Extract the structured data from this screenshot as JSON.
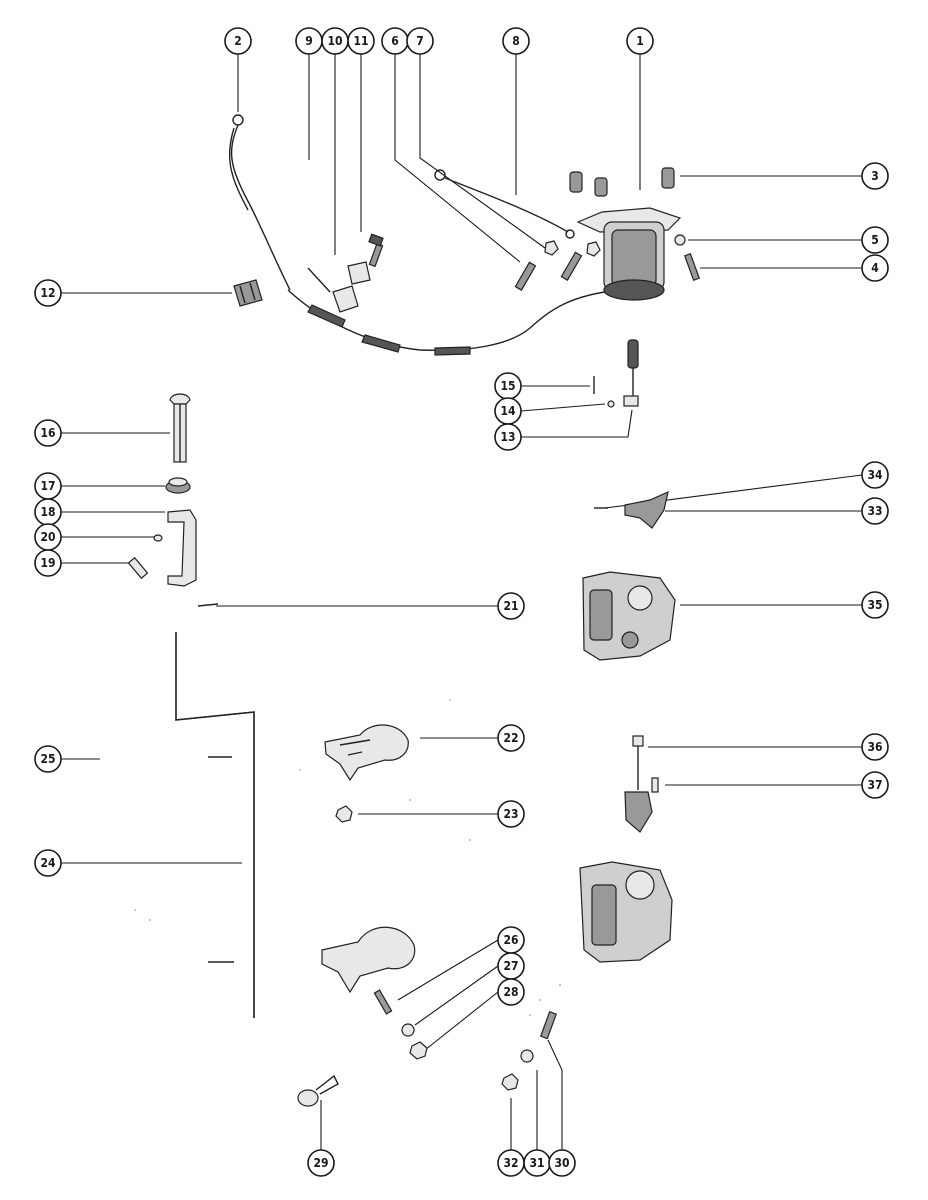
{
  "callouts": [
    {
      "id": "c2",
      "label": "2"
    },
    {
      "id": "c9",
      "label": "9"
    },
    {
      "id": "c10",
      "label": "10"
    },
    {
      "id": "c11",
      "label": "11"
    },
    {
      "id": "c6",
      "label": "6"
    },
    {
      "id": "c7",
      "label": "7"
    },
    {
      "id": "c8",
      "label": "8"
    },
    {
      "id": "c1",
      "label": "1"
    },
    {
      "id": "c3",
      "label": "3"
    },
    {
      "id": "c5",
      "label": "5"
    },
    {
      "id": "c4",
      "label": "4"
    },
    {
      "id": "c12",
      "label": "12"
    },
    {
      "id": "c15",
      "label": "15"
    },
    {
      "id": "c14",
      "label": "14"
    },
    {
      "id": "c13",
      "label": "13"
    },
    {
      "id": "c16",
      "label": "16"
    },
    {
      "id": "c17",
      "label": "17"
    },
    {
      "id": "c18",
      "label": "18"
    },
    {
      "id": "c20",
      "label": "20"
    },
    {
      "id": "c19",
      "label": "19"
    },
    {
      "id": "c34",
      "label": "34"
    },
    {
      "id": "c33",
      "label": "33"
    },
    {
      "id": "c21",
      "label": "21"
    },
    {
      "id": "c35",
      "label": "35"
    },
    {
      "id": "c22",
      "label": "22"
    },
    {
      "id": "c25",
      "label": "25"
    },
    {
      "id": "c36",
      "label": "36"
    },
    {
      "id": "c37",
      "label": "37"
    },
    {
      "id": "c23",
      "label": "23"
    },
    {
      "id": "c24",
      "label": "24"
    },
    {
      "id": "c26",
      "label": "26"
    },
    {
      "id": "c27",
      "label": "27"
    },
    {
      "id": "c28",
      "label": "28"
    },
    {
      "id": "c29",
      "label": "29"
    },
    {
      "id": "c32",
      "label": "32"
    },
    {
      "id": "c31",
      "label": "31"
    },
    {
      "id": "c30",
      "label": "30"
    }
  ]
}
